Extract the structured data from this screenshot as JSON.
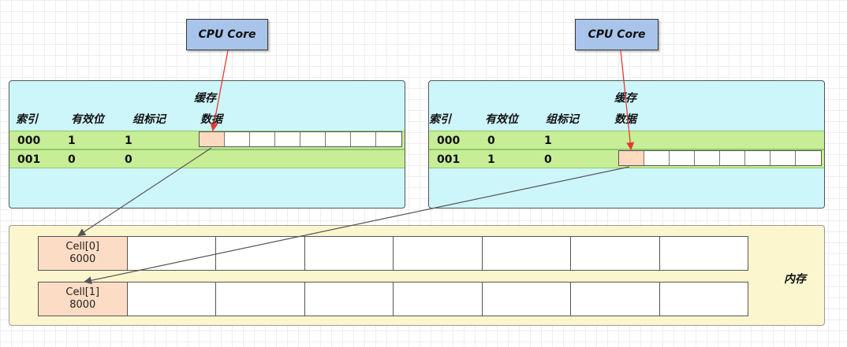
{
  "cpu_left": {
    "label": "CPU Core"
  },
  "cpu_right": {
    "label": "CPU Core"
  },
  "cache_left": {
    "title": "缓存",
    "headers": {
      "index": "索引",
      "valid": "有效位",
      "tag": "组标记",
      "data": "数据"
    },
    "rows": [
      {
        "index": "000",
        "valid": "1",
        "tag": "1"
      },
      {
        "index": "001",
        "valid": "0",
        "tag": "0"
      }
    ]
  },
  "cache_right": {
    "title": "缓存",
    "headers": {
      "index": "索引",
      "valid": "有效位",
      "tag": "组标记",
      "data": "数据"
    },
    "rows": [
      {
        "index": "000",
        "valid": "0",
        "tag": "1"
      },
      {
        "index": "001",
        "valid": "1",
        "tag": "0"
      }
    ]
  },
  "memory": {
    "label": "内存",
    "cells": [
      {
        "name": "Cell[0]",
        "value": "6000"
      },
      {
        "name": "Cell[1]",
        "value": "8000"
      }
    ]
  },
  "colors": {
    "cpu_fill": "#a9c4eb",
    "cache_fill": "#cdf6fb",
    "row_fill": "#c7ed97",
    "highlight_fill": "#fdd9c0",
    "memory_fill": "#fcf6cf",
    "red_arrow": "#e53935",
    "gray_arrow": "#555555"
  }
}
